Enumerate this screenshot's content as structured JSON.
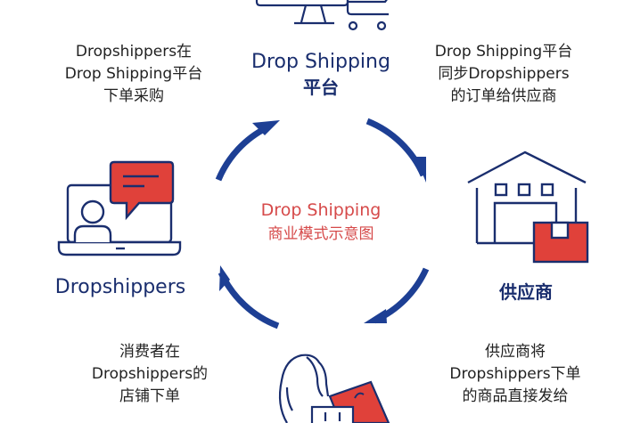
{
  "diagram": {
    "center": {
      "title": "Drop Shipping",
      "subtitle": "商业模式示意图"
    },
    "nodes": {
      "platform": {
        "label_line1": "Drop Shipping",
        "label_line2": "平台",
        "icon": "computer-cart-icon"
      },
      "dropshippers": {
        "label": "Dropshippers",
        "icon": "laptop-chat-icon"
      },
      "supplier": {
        "label": "供应商",
        "icon": "warehouse-box-icon"
      },
      "consumer": {
        "icon": "shopper-bag-icon"
      }
    },
    "steps": {
      "top_left": [
        "Dropshippers在",
        "Drop Shipping平台",
        "下单采购"
      ],
      "top_right": [
        "Drop Shipping平台",
        "同步Dropshippers",
        "的订单给供应商"
      ],
      "bottom_left": [
        "消费者在",
        "Dropshippers的",
        "店铺下单"
      ],
      "bottom_right": [
        "供应商将",
        "Dropshippers下单",
        "的商品直接发给"
      ]
    },
    "colors": {
      "navy": "#1a2e6e",
      "arrow_blue": "#1d3f94",
      "accent_red": "#e0413a",
      "center_text": "#d64a4a",
      "body_text": "#222222"
    }
  }
}
